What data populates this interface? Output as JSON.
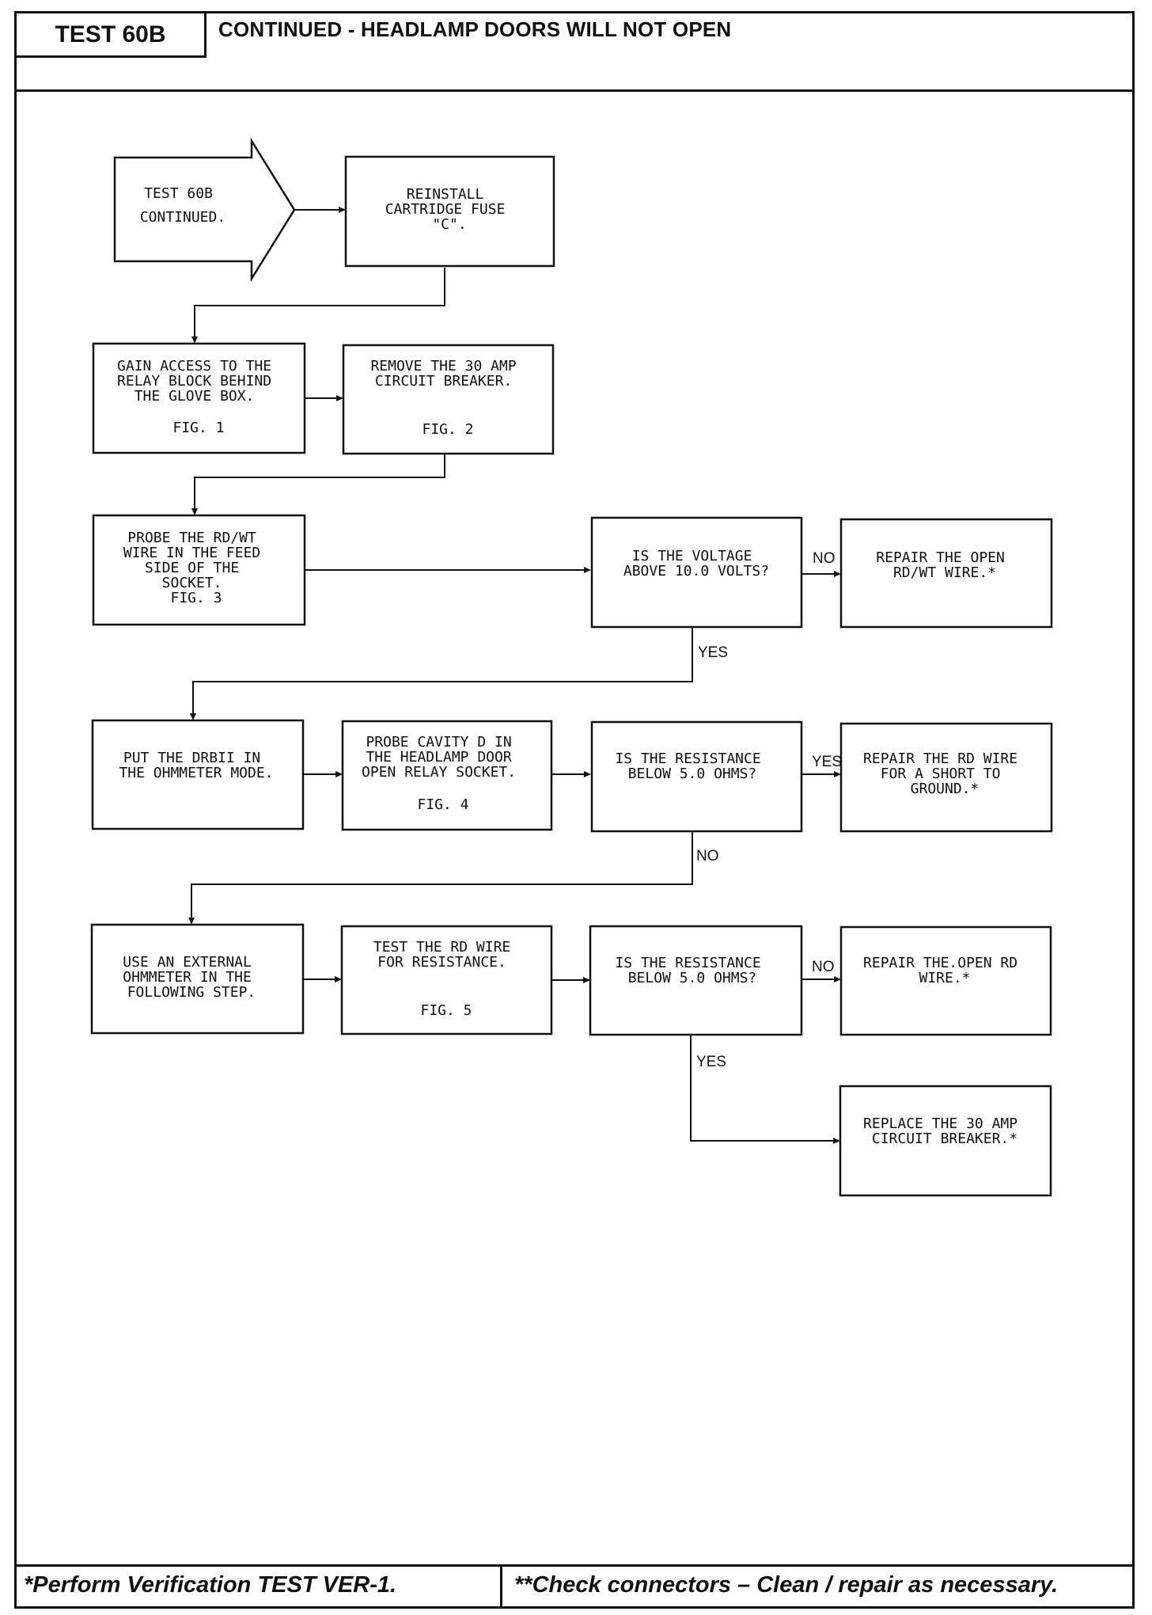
{
  "header": {
    "test_id": "TEST 60B",
    "title": "CONTINUED - HEADLAMP DOORS WILL NOT OPEN"
  },
  "flow": {
    "start": [
      "TEST 60B",
      "CONTINUED."
    ],
    "reinstall_fuse": [
      "REINSTALL",
      "CARTRIDGE FUSE",
      "\"C\"."
    ],
    "gain_access": [
      "GAIN ACCESS TO THE",
      "RELAY BLOCK BEHIND",
      "THE GLOVE BOX.",
      "",
      "FIG. 1"
    ],
    "remove_breaker": [
      "REMOVE THE 30 AMP",
      "CIRCUIT BREAKER.",
      "",
      "",
      "FIG. 2"
    ],
    "probe_rdwt": [
      "PROBE THE RD/WT",
      "WIRE IN THE FEED",
      "SIDE OF THE",
      "SOCKET.",
      "FIG. 3"
    ],
    "voltage_q": [
      "IS THE VOLTAGE",
      "ABOVE 10.0 VOLTS?"
    ],
    "repair_rdwt": [
      "REPAIR THE OPEN",
      "RD/WT WIRE.*"
    ],
    "put_drb": [
      "PUT THE DRBII IN",
      "THE OHMMETER MODE."
    ],
    "probe_cavity": [
      "PROBE CAVITY D IN",
      "THE HEADLAMP DOOR",
      "OPEN RELAY SOCKET.",
      "",
      "FIG. 4"
    ],
    "resistance_q1": [
      "IS THE RESISTANCE",
      "BELOW 5.0 OHMS?"
    ],
    "repair_short": [
      "REPAIR THE RD WIRE",
      "FOR A SHORT TO",
      "GROUND.*"
    ],
    "use_ohmmeter": [
      "USE AN EXTERNAL",
      "OHMMETER IN THE",
      "FOLLOWING STEP."
    ],
    "test_rd": [
      "TEST THE RD WIRE",
      "FOR RESISTANCE.",
      "",
      "",
      "FIG. 5"
    ],
    "resistance_q2": [
      "IS THE RESISTANCE",
      "BELOW 5.0 OHMS?"
    ],
    "repair_open_rd": [
      "REPAIR THE.OPEN RD",
      "WIRE.*"
    ],
    "replace_breaker": [
      "REPLACE THE 30 AMP",
      "CIRCUIT BREAKER.*"
    ]
  },
  "labels": {
    "no_1": "NO",
    "yes_1": "YES",
    "yes_2": "YES",
    "no_2": "NO",
    "no_3": "NO",
    "yes_3": "YES"
  },
  "footer": {
    "left": "*Perform Verification TEST VER-1.",
    "right": "**Check connectors – Clean / repair as necessary."
  }
}
